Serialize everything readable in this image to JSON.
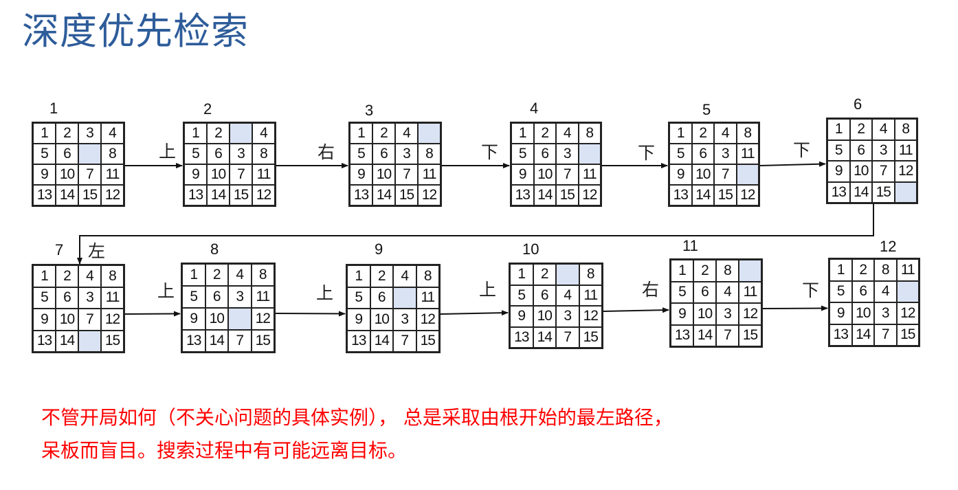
{
  "title": "深度优先检索",
  "note_lines": [
    "不管开局如何（不关心问题的具体实例）， 总是采取由根开始的最左路径，",
    "呆板而盲目。搜索过程中有可能远离目标。"
  ],
  "states": [
    {
      "step": "1",
      "move": "",
      "board": [
        [
          "1",
          "2",
          "3",
          "4"
        ],
        [
          "5",
          "6",
          "",
          "8"
        ],
        [
          "9",
          "10",
          "7",
          "11"
        ],
        [
          "13",
          "14",
          "15",
          "12"
        ]
      ]
    },
    {
      "step": "2",
      "move": "上",
      "board": [
        [
          "1",
          "2",
          "",
          "4"
        ],
        [
          "5",
          "6",
          "3",
          "8"
        ],
        [
          "9",
          "10",
          "7",
          "11"
        ],
        [
          "13",
          "14",
          "15",
          "12"
        ]
      ]
    },
    {
      "step": "3",
      "move": "右",
      "board": [
        [
          "1",
          "2",
          "4",
          ""
        ],
        [
          "5",
          "6",
          "3",
          "8"
        ],
        [
          "9",
          "10",
          "7",
          "11"
        ],
        [
          "13",
          "14",
          "15",
          "12"
        ]
      ]
    },
    {
      "step": "4",
      "move": "下",
      "board": [
        [
          "1",
          "2",
          "4",
          "8"
        ],
        [
          "5",
          "6",
          "3",
          ""
        ],
        [
          "9",
          "10",
          "7",
          "11"
        ],
        [
          "13",
          "14",
          "15",
          "12"
        ]
      ]
    },
    {
      "step": "5",
      "move": "下",
      "board": [
        [
          "1",
          "2",
          "4",
          "8"
        ],
        [
          "5",
          "6",
          "3",
          "11"
        ],
        [
          "9",
          "10",
          "7",
          ""
        ],
        [
          "13",
          "14",
          "15",
          "12"
        ]
      ]
    },
    {
      "step": "6",
      "move": "下",
      "board": [
        [
          "1",
          "2",
          "4",
          "8"
        ],
        [
          "5",
          "6",
          "3",
          "11"
        ],
        [
          "9",
          "10",
          "7",
          "12"
        ],
        [
          "13",
          "14",
          "15",
          ""
        ]
      ]
    },
    {
      "step": "7",
      "move": "左",
      "board": [
        [
          "1",
          "2",
          "4",
          "8"
        ],
        [
          "5",
          "6",
          "3",
          "11"
        ],
        [
          "9",
          "10",
          "7",
          "12"
        ],
        [
          "13",
          "14",
          "",
          "15"
        ]
      ]
    },
    {
      "step": "8",
      "move": "上",
      "board": [
        [
          "1",
          "2",
          "4",
          "8"
        ],
        [
          "5",
          "6",
          "3",
          "11"
        ],
        [
          "9",
          "10",
          "",
          "12"
        ],
        [
          "13",
          "14",
          "7",
          "15"
        ]
      ]
    },
    {
      "step": "9",
      "move": "上",
      "board": [
        [
          "1",
          "2",
          "4",
          "8"
        ],
        [
          "5",
          "6",
          "",
          "11"
        ],
        [
          "9",
          "10",
          "3",
          "12"
        ],
        [
          "13",
          "14",
          "7",
          "15"
        ]
      ]
    },
    {
      "step": "10",
      "move": "上",
      "board": [
        [
          "1",
          "2",
          "",
          "8"
        ],
        [
          "5",
          "6",
          "4",
          "11"
        ],
        [
          "9",
          "10",
          "3",
          "12"
        ],
        [
          "13",
          "14",
          "7",
          "15"
        ]
      ]
    },
    {
      "step": "11",
      "move": "右",
      "board": [
        [
          "1",
          "2",
          "8",
          ""
        ],
        [
          "5",
          "6",
          "4",
          "11"
        ],
        [
          "9",
          "10",
          "3",
          "12"
        ],
        [
          "13",
          "14",
          "7",
          "15"
        ]
      ]
    },
    {
      "step": "12",
      "move": "下",
      "board": [
        [
          "1",
          "2",
          "8",
          "11"
        ],
        [
          "5",
          "6",
          "4",
          ""
        ],
        [
          "9",
          "10",
          "3",
          "12"
        ],
        [
          "13",
          "14",
          "7",
          "15"
        ]
      ]
    }
  ],
  "colors": {
    "title": "#2e5c9a",
    "blank": "#dae3f3",
    "note": "#ff0000"
  }
}
